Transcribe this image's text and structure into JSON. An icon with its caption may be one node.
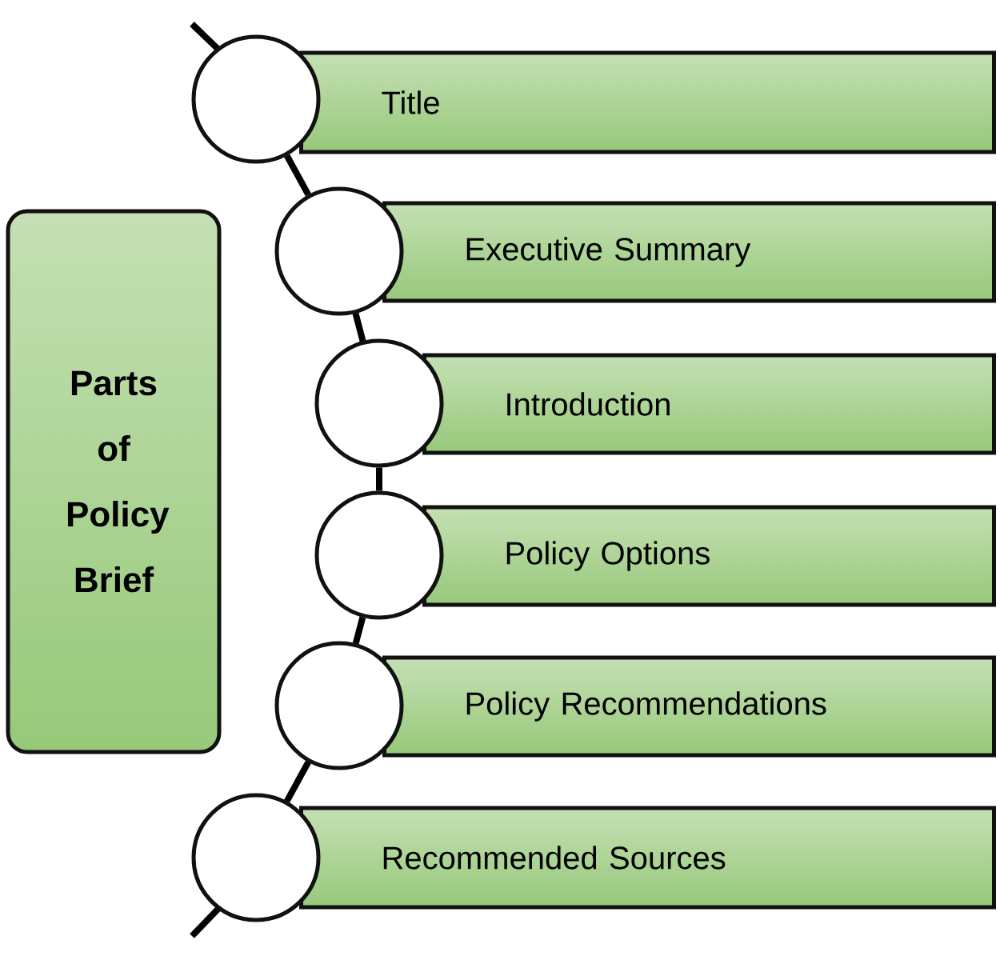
{
  "diagram": {
    "nodes": [
      {
        "text": [
          "Parts of Policy Brief"
        ]
      },
      {
        "text": [
          "Title"
        ]
      },
      {
        "text": [
          "Executive Summary"
        ]
      },
      {
        "text": [
          "Introduction"
        ]
      },
      {
        "text": [
          "Policy Options"
        ]
      },
      {
        "text": [
          "Policy Recommendations"
        ]
      },
      {
        "text": [
          "Recommended Sources"
        ]
      },
      {
        "text": [],
        "shape": "circle"
      },
      {
        "text": [],
        "shape": "circle"
      },
      {
        "text": [],
        "shape": "circle"
      },
      {
        "text": [],
        "shape": "circle"
      },
      {
        "text": [],
        "shape": "circle"
      },
      {
        "text": [],
        "shape": "circle"
      }
    ],
    "edges": [
      {
        "from": 7,
        "to": 8,
        "arrow": "none"
      },
      {
        "from": 8,
        "to": 9,
        "arrow": "none"
      },
      {
        "from": 9,
        "to": 10,
        "arrow": "none"
      },
      {
        "from": 10,
        "to": 11,
        "arrow": "none"
      },
      {
        "from": 11,
        "to": 12,
        "arrow": "none"
      }
    ]
  }
}
